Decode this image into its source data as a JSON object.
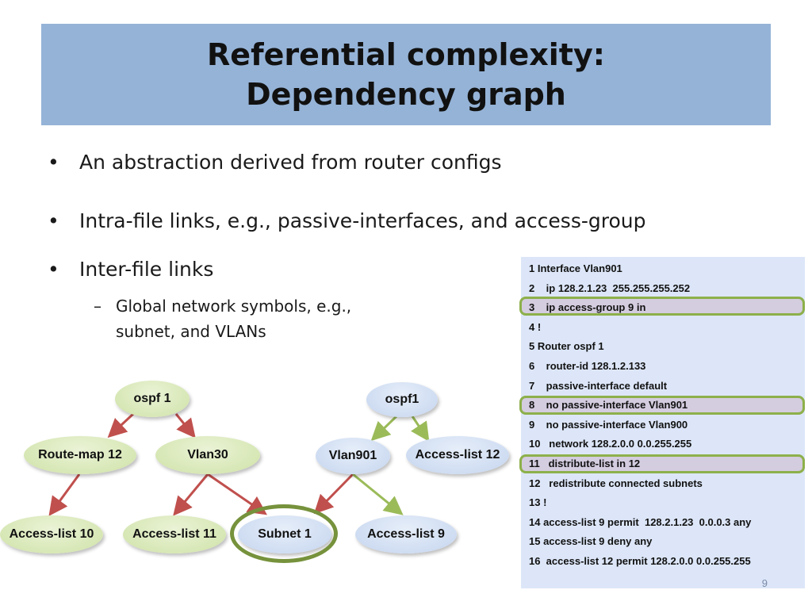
{
  "title": {
    "line1": "Referential complexity:",
    "line2": "Dependency graph"
  },
  "bullets": [
    "An abstraction derived from router configs",
    "Intra-file links, e.g., passive-interfaces, and access-group",
    "Inter-file links"
  ],
  "sub_bullet": {
    "line1": "Global network symbols, e.g.,",
    "line2": "subnet, and VLANs"
  },
  "config_lines": [
    "1 Interface Vlan901",
    "2    ip 128.2.1.23  255.255.255.252",
    "3    ip access-group 9 in",
    "4 !",
    "5 Router ospf 1",
    "6    router-id 128.1.2.133",
    "7    passive-interface default",
    "8    no passive-interface Vlan901",
    "9    no passive-interface Vlan900",
    "10   network 128.2.0.0 0.0.255.255",
    "11   distribute-list in 12",
    "12   redistribute connected subnets",
    "13 !",
    "14 access-list 9 permit  128.2.1.23  0.0.0.3 any",
    "15 access-list 9 deny any",
    "16  access-list 12 permit 128.2.0.0 0.0.255.255"
  ],
  "highlighted_lines": [
    3,
    8,
    11
  ],
  "graph": {
    "nodes": {
      "ospf1_left": "ospf 1",
      "route_map_12": "Route-map 12",
      "vlan30": "Vlan30",
      "access_list_10": "Access-list 10",
      "access_list_11": "Access-list 11",
      "subnet_1": "Subnet 1",
      "ospf1_right": "ospf1",
      "vlan901": "Vlan901",
      "access_list_12": "Access-list 12",
      "access_list_9": "Access-list 9"
    },
    "edges": [
      {
        "from": "ospf1_left",
        "to": "route_map_12",
        "color": "red"
      },
      {
        "from": "ospf1_left",
        "to": "vlan30",
        "color": "red"
      },
      {
        "from": "route_map_12",
        "to": "access_list_10",
        "color": "red"
      },
      {
        "from": "vlan30",
        "to": "access_list_11",
        "color": "red"
      },
      {
        "from": "vlan30",
        "to": "subnet_1",
        "color": "red"
      },
      {
        "from": "ospf1_right",
        "to": "vlan901",
        "color": "green"
      },
      {
        "from": "ospf1_right",
        "to": "access_list_12",
        "color": "green"
      },
      {
        "from": "vlan901",
        "to": "subnet_1",
        "color": "red"
      },
      {
        "from": "vlan901",
        "to": "access_list_9",
        "color": "green"
      }
    ],
    "highlighted_node": "subnet_1"
  },
  "colors": {
    "red_edge": "#c0504d",
    "green_edge": "#9bbb59",
    "node_green": "#cfe2a7",
    "node_blue": "#c5d5ef",
    "title_band": "#95b3d7"
  },
  "page_number": "9"
}
